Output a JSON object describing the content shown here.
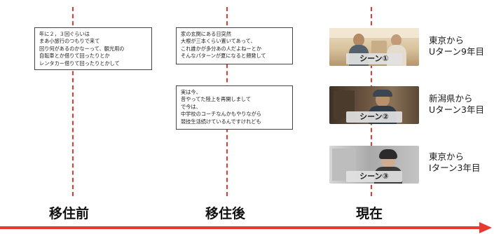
{
  "quotes": {
    "before": "年に２，３回ぐらいは\nまあ小旅行のつもりで来て\n回り何があるのかなーって、観光用の\n自転車とか借りて回ったりとか\nレンタカー借りて回ったりとかして",
    "after_1": "家の玄関にある日突然\n大根が三本くらい置いてあって、\nこれ誰かが多分あの人だよねーとか\nそんなパターンが夏になると頻発して",
    "after_2": "実は今、\n昔やってた陸上を再開しまして\nで今は、\n中学校のコーチなんかもやりながら\n競技生活続けているんですけれども"
  },
  "scenes": [
    {
      "label": "シーン①",
      "caption": "東京から\nUターン9年目"
    },
    {
      "label": "シーン②",
      "caption": "新潟県から\nUターン3年目"
    },
    {
      "label": "シーン③",
      "caption": "東京から\nIターン3年目"
    }
  ],
  "phases": {
    "before": "移住前",
    "after": "移住後",
    "now": "現在"
  },
  "colors": {
    "timeline": "#e8382f"
  }
}
